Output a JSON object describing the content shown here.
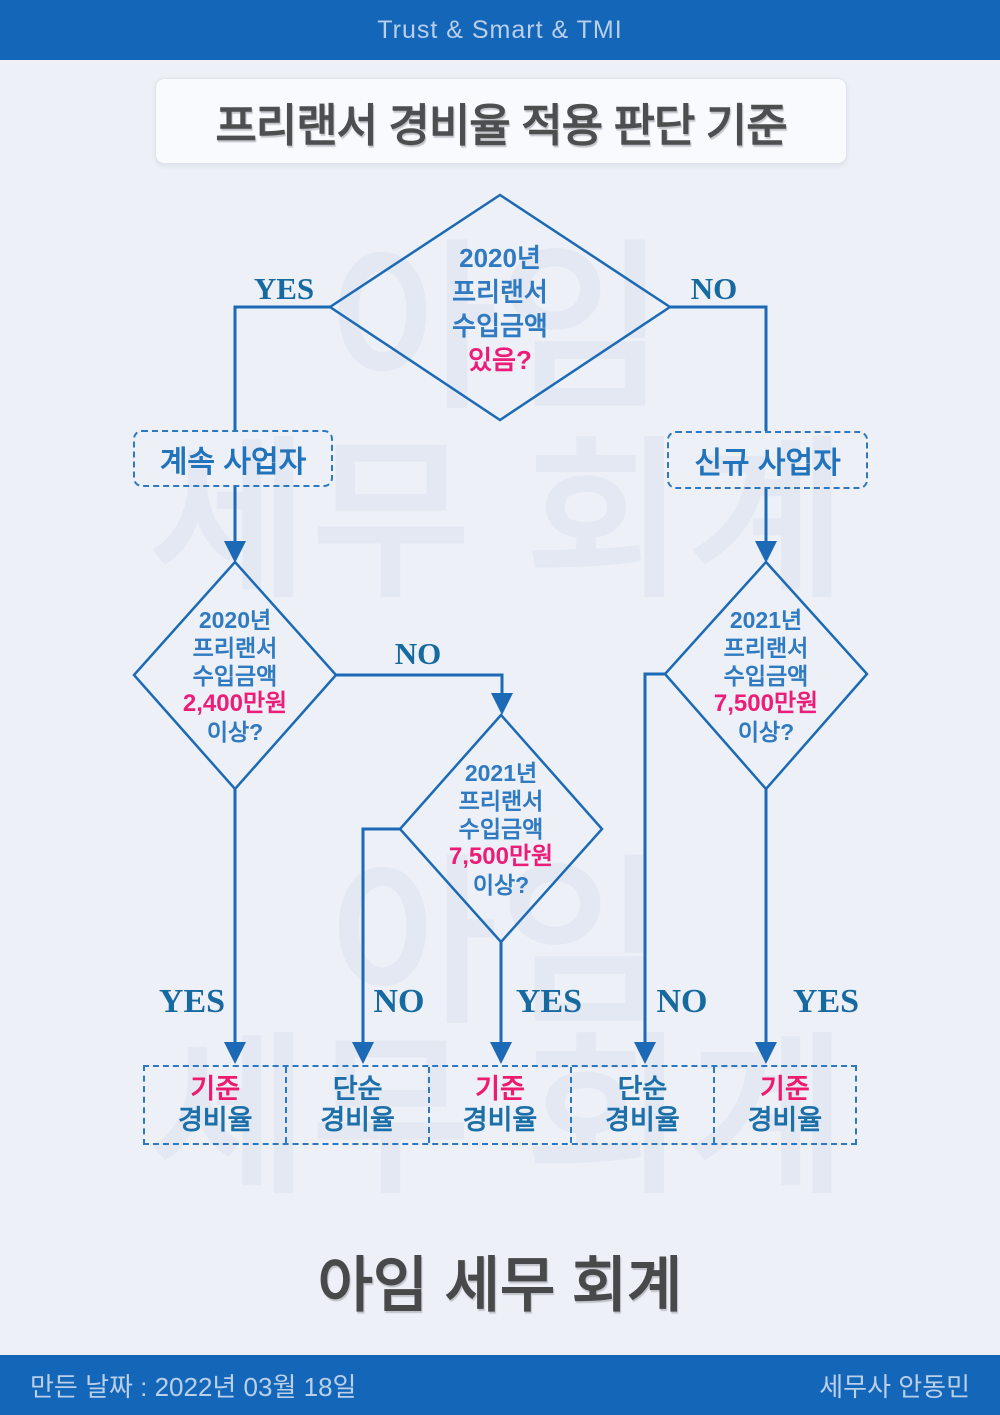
{
  "header": {
    "brand": "Trust & Smart & TMI"
  },
  "title": "프리랜서 경비율 적용 판단 기준",
  "watermark": {
    "line1": "아임",
    "line2": "세무 회계"
  },
  "flowchart": {
    "root_diamond": {
      "line1": "2020년",
      "line2": "프리랜서",
      "line3": "수입금액",
      "question": "있음?"
    },
    "continuing_box": "계속 사업자",
    "new_box": "신규 사업자",
    "left_diamond": {
      "line1": "2020년",
      "line2": "프리랜서",
      "line3": "수입금액",
      "amount": "2,400만원",
      "question": "이상?"
    },
    "mid_diamond": {
      "line1": "2021년",
      "line2": "프리랜서",
      "line3": "수입금액",
      "amount": "7,500만원",
      "question": "이상?"
    },
    "right_diamond": {
      "line1": "2021년",
      "line2": "프리랜서",
      "line3": "수입금액",
      "amount": "7,500만원",
      "question": "이상?"
    },
    "edge_labels": {
      "top_yes": "YES",
      "top_no": "NO",
      "mid_no": "NO",
      "b1": "YES",
      "b2": "NO",
      "b3": "YES",
      "b4": "NO",
      "b5": "YES"
    },
    "results": [
      {
        "top": "기준",
        "bottom": "경비율"
      },
      {
        "top": "단순",
        "bottom": "경비율"
      },
      {
        "top": "기준",
        "bottom": "경비율"
      },
      {
        "top": "단순",
        "bottom": "경비율"
      },
      {
        "top": "기준",
        "bottom": "경비율"
      }
    ]
  },
  "footer": {
    "company": "아임 세무 회계",
    "made_date": "만든 날짜 : 2022년 03월 18일",
    "author": "세무사  안동민"
  },
  "colors": {
    "bar_blue": "#1467B8",
    "line_blue": "#1C6AB5",
    "diamond_text_blue": "#2F7AC0",
    "pink": "#EC1D78",
    "result_pink": "#ED1A6E",
    "label_blue": "#176A9F",
    "title_gray": "#4D4E50",
    "background": "#EDF0F6",
    "watermark": "#E3E8F2",
    "bar_text": "#B9CFEA"
  }
}
